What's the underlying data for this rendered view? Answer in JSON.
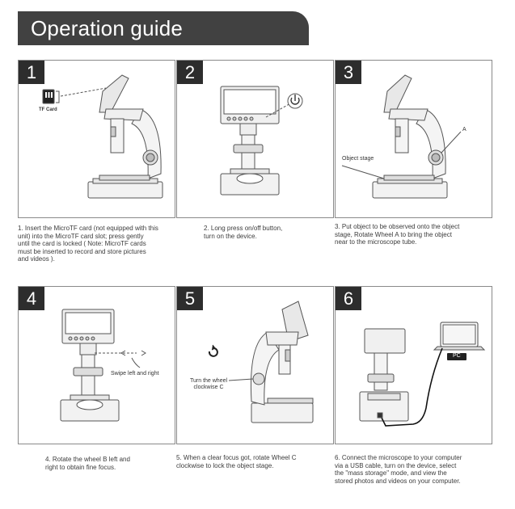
{
  "header": {
    "title": "Operation guide"
  },
  "steps": [
    {
      "num": "1",
      "caption": "1. Insert the MicroTF card (not equipped with this\n    unit) into the MicroTF card slot; press gently\n    until the card is locked ( Note: MicroTF cards\n    must be inserted to record and store pictures\n    and videos ).",
      "labels": {
        "tf": "TF Card"
      }
    },
    {
      "num": "2",
      "caption": "2. Long press on/off button,\n    turn on the device."
    },
    {
      "num": "3",
      "caption": "3. Put object to be observed onto the object\n    stage, Rotate Wheel A to bring the object\n    near to the microscope tube.",
      "labels": {
        "stage": "Object stage",
        "a": "A"
      }
    },
    {
      "num": "4",
      "caption": "4. Rotate the wheel B left and\n    right to obtain fine focus.",
      "labels": {
        "swipe": "Swipe left and right"
      }
    },
    {
      "num": "5",
      "caption": "5. When a clear focus got, rotate Wheel C\n    clockwise to lock the object stage.",
      "labels": {
        "wheel": "Turn the wheel\nclockwise C",
        "c": "C"
      }
    },
    {
      "num": "6",
      "caption": "6. Connect the microscope to your computer\n    via a USB cable, turn on the device, select\n    the \"mass storage\" mode, and view the\n    stored photos and videos on your computer.",
      "labels": {
        "pc": "PC"
      }
    }
  ]
}
